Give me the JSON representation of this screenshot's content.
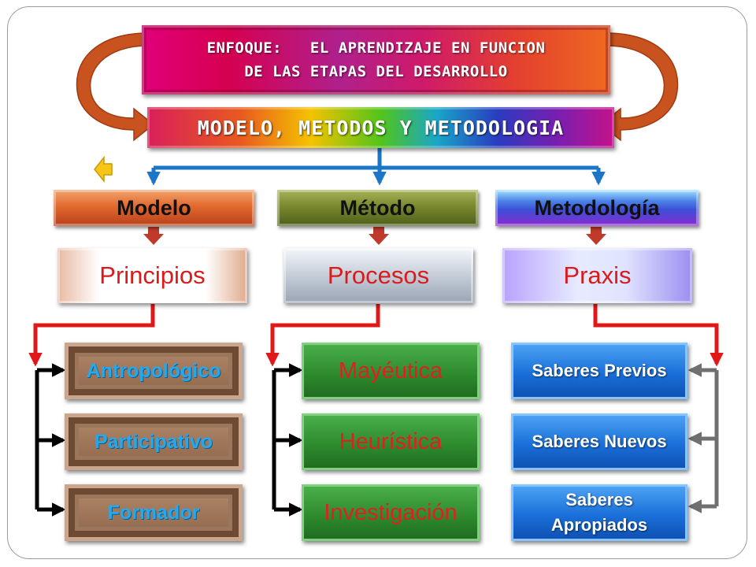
{
  "title": {
    "line1": "ENFOQUE:   EL APRENDIZAJE EN FUNCION",
    "line2": "DE LAS ETAPAS DEL DESARROLLO",
    "main": "MODELO, METODOS Y METODOLOGIA"
  },
  "columns": [
    {
      "heading": "Modelo",
      "category": "Principios",
      "items": [
        "Antropológico",
        "Participativo",
        "Formador"
      ]
    },
    {
      "heading": "Método",
      "category": "Procesos",
      "items": [
        "Mayéutica",
        "Heurística",
        "Investigación"
      ]
    },
    {
      "heading": "Metodología",
      "category": "Praxis",
      "items": [
        "Saberes Previos",
        "Saberes Nuevos",
        "Saberes Apropiados"
      ]
    }
  ],
  "icons": {
    "back": "arrow-left-icon",
    "loop_arrows": "curved-arrow-icon"
  },
  "colors": {
    "connector_blue": "#1b76c8",
    "connector_red": "#e01818",
    "connector_black": "#000000",
    "connector_gray": "#707070",
    "loop_arrow": "#c8531e",
    "back_icon": "#f5c518"
  }
}
